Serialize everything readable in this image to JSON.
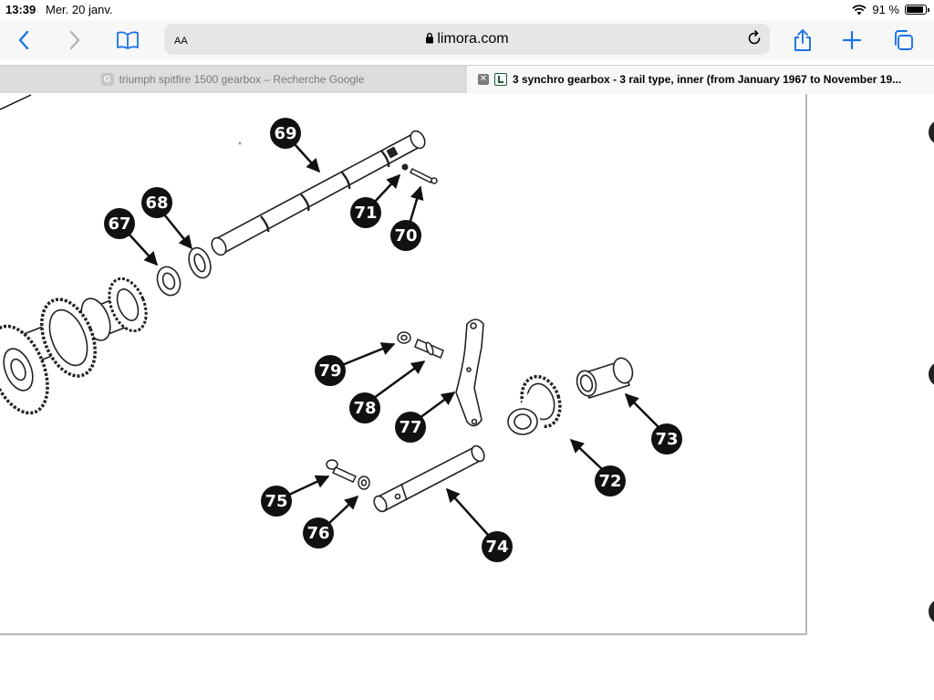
{
  "status_bar": {
    "time": "13:39",
    "date": "Mer. 20 janv.",
    "battery_percent": "91 %",
    "battery_level": 0.91
  },
  "toolbar": {
    "reader_label": "AA",
    "url": "limora.com"
  },
  "tabs": [
    {
      "label": "triumph spitfire 1500 gearbox – Recherche Google",
      "favicon": "G",
      "active": false
    },
    {
      "label": "3 synchro gearbox - 3 rail type, inner (from January 1967 to November 19...",
      "active": true
    }
  ],
  "diagram": {
    "callouts": [
      "67",
      "68",
      "69",
      "70",
      "71",
      "72",
      "73",
      "74",
      "75",
      "76",
      "77",
      "78",
      "79"
    ]
  },
  "colors": {
    "accent": "#1a73e8",
    "callout_fill": "#111111"
  }
}
